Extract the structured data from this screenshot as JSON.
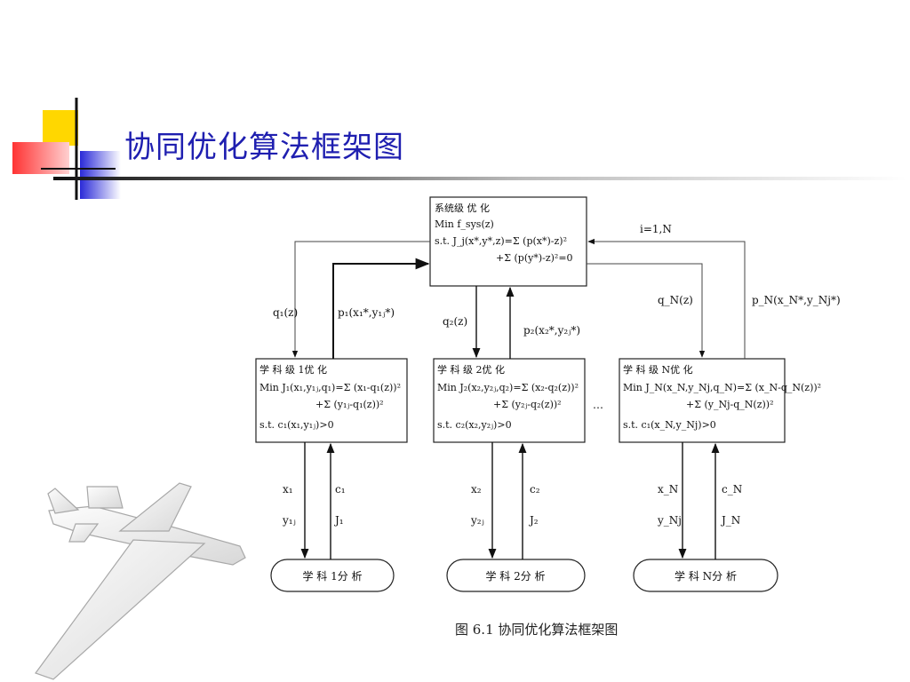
{
  "slide": {
    "title": "协同优化算法框架图",
    "caption": "图 6.1  协同优化算法框架图"
  },
  "system": {
    "title": "系统级 优 化",
    "objective": "Min  f_sys(z)",
    "constraint1": "s.t.   J_j(x*,y*,z)=Σ (p(x*)-z)²",
    "constraint2": "+Σ (p(y*)-z)²=0",
    "loop": "i=1,N"
  },
  "disciplines": [
    {
      "title": "学 科 级 1优 化",
      "objective": "Min   J₁(x₁,y₁ⱼ,q₁)=Σ (x₁-q₁(z))²",
      "term2": "+Σ (y₁ⱼ-q₁(z))²",
      "constraint": "s.t.   c₁(x₁,y₁ⱼ)>0",
      "q": "q₁(z)",
      "p": "p₁(x₁*,y₁ⱼ*)",
      "x": "x₁",
      "y": "y₁ⱼ",
      "c": "c₁",
      "J": "J₁",
      "analysis": "学 科 1分 析"
    },
    {
      "title": "学 科 级 2优 化",
      "objective": "Min   J₂(x₂,y₂ⱼ,q₂)=Σ (x₂-q₂(z))²",
      "term2": "+Σ (y₂ⱼ-q₂(z))²",
      "constraint": "s.t.   c₂(x₂,y₂ⱼ)>0",
      "q": "q₂(z)",
      "p": "p₂(x₂*,y₂ⱼ*)",
      "x": "x₂",
      "y": "y₂ⱼ",
      "c": "c₂",
      "J": "J₂",
      "analysis": "学 科 2分 析"
    },
    {
      "title": "学 科 级 N优 化",
      "objective": "Min   J_N(x_N,y_Nj,q_N)=Σ (x_N-q_N(z))²",
      "term2": "+Σ (y_Nj-q_N(z))²",
      "constraint": "s.t.   c₁(x_N,y_Nj)>0",
      "q": "q_N(z)",
      "p": "p_N(x_N*,y_Nj*)",
      "x": "x_N",
      "y": "y_Nj",
      "c": "c_N",
      "J": "J_N",
      "analysis": "学 科 N分 析"
    }
  ],
  "ellipsis": "…"
}
